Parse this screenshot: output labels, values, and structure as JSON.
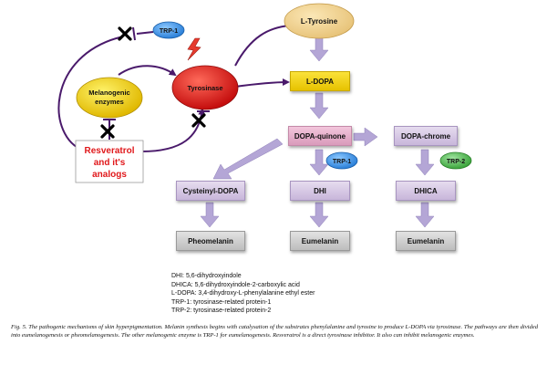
{
  "nodes": {
    "l_tyrosine": "L-Tyrosine",
    "l_dopa": "L-DOPA",
    "dopa_quinone": "DOPA-quinone",
    "dopa_chrome": "DOPA-chrome",
    "tyrosinase": "Tyrosinase",
    "trp1_top": "TRP-1",
    "trp1_mid": "TRP-1",
    "trp2": "TRP-2",
    "melanogenic_line1": "Melanogenic",
    "melanogenic_line2": "enzymes",
    "resveratrol_line1": "Resveratrol",
    "resveratrol_line2": "and it's",
    "resveratrol_line3": "analogs",
    "cysteinyl_dopa": "Cysteinyl-DOPA",
    "dhi": "DHI",
    "dhica": "DHICA",
    "pheomelanin": "Pheomelanin",
    "eumelanin_1": "Eumelanin",
    "eumelanin_2": "Eumelanin"
  },
  "legend": [
    "DHI: 5,6-dihydroxyindole",
    "DHICA: 5,6-dihydroxyindole-2-carboxylic acid",
    "L-DOPA: 3,4-dihydroxy-L-phenylalanine ethyl ester",
    "TRP-1: tyrosinase-related protein-1",
    "TRP-2: tyrosinase-related protein-2"
  ],
  "caption": "Fig. 5. The pathogenic mechanisms of skin hyperpigmentation. Melanin synthesis begins with catalysation of the substrates phenylalanine and tyrosine to produce L-DOPA via tyrosinase. The pathways are then divided into eumelanogenesis or pheomelanogenesis. The other melanogenic enzyme is TRP-1 for eumelanogenesis. Resveratrol is a direct tyrosinase inhibitor. It also can inhibit melanogenic enzymes.",
  "colors": {
    "inhibit_line": "#4a1a6b",
    "flow_arrow": "#b4a6d6",
    "tyrosinase": "#d91a1a",
    "resveratrol_text": "#e0181b",
    "trp_blue": "#2a8be0",
    "trp_green": "#4db34d",
    "lightning": "#e63b2e"
  }
}
